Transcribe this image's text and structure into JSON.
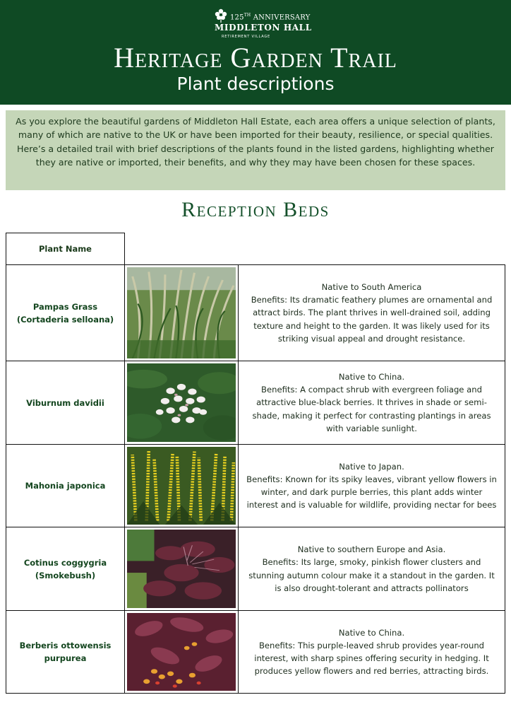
{
  "header": {
    "logo_line1": "125",
    "logo_line1_sup": "TH",
    "logo_line1_rest": " ANNIVERSARY",
    "logo_line2": "MIDDLETON HALL",
    "logo_line3": "RETIREMENT VILLAGE",
    "title": "Heritage Garden Trail",
    "subtitle": "Plant descriptions"
  },
  "intro": "As you explore the beautiful gardens of Middleton Hall Estate, each area offers a unique selection of plants, many of which are native to the UK or have been imported for their beauty, resilience, or special qualities. Here’s a detailed trail with brief descriptions of the plants found in the listed gardens, highlighting whether they are native or imported, their benefits, and why they may have been chosen for these spaces.",
  "section_title": "Reception Beds",
  "table": {
    "header": "Plant Name",
    "rows": [
      {
        "name": "Pampas Grass (Cortaderia selloana)",
        "description": "Native to South America\nBenefits: Its dramatic feathery plumes are ornamental and attract birds. The plant thrives in well-drained soil, adding texture and height to the garden. It was likely used for its striking visual appeal and drought resistance."
      },
      {
        "name": "Viburnum davidii",
        "description": "Native to China.\nBenefits: A compact shrub with evergreen foliage and attractive blue-black berries. It thrives in shade or semi-shade, making it perfect for contrasting plantings in areas with variable sunlight."
      },
      {
        "name": "Mahonia japonica",
        "description": "Native to Japan.\nBenefits: Known for its spiky leaves, vibrant yellow flowers in winter, and dark purple berries, this plant adds winter interest and is valuable for wildlife, providing nectar for bees"
      },
      {
        "name": "Cotinus coggygria (Smokebush)",
        "description": "Native to southern Europe and Asia.\nBenefits: Its large, smoky, pinkish flower clusters and stunning autumn colour make it a standout in the garden. It is also drought-tolerant and attracts pollinators"
      },
      {
        "name": "Berberis ottowensis purpurea",
        "description": "Native to China.\nBenefits: This purple-leaved shrub provides year-round interest, with sharp spines offering security in hedging. It produces yellow flowers and red berries, attracting birds."
      }
    ]
  },
  "colors": {
    "header_bg": "#0f4a24",
    "intro_bg": "#c5d6b8",
    "heading_green": "#14502a"
  }
}
